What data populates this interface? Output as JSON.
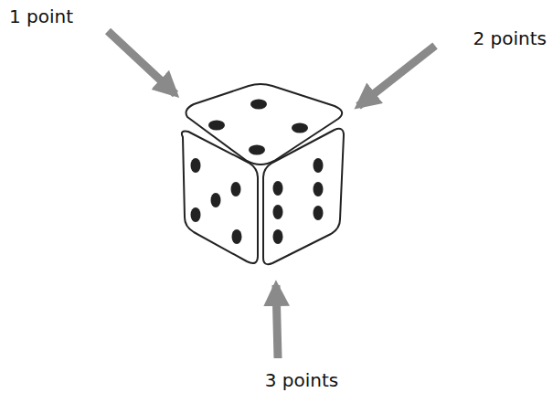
{
  "diagram": {
    "labels": [
      "1 point",
      "2 points",
      "3 points"
    ]
  }
}
